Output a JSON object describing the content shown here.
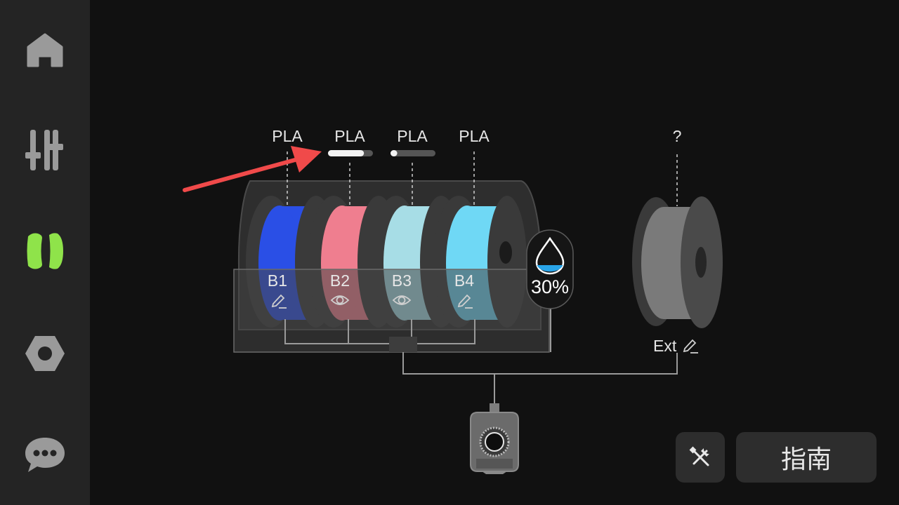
{
  "sidebar": {
    "items": [
      {
        "icon": "home-icon"
      },
      {
        "icon": "sliders-icon"
      },
      {
        "icon": "filament-icon",
        "active": true,
        "active_color": "#8fe34a"
      },
      {
        "icon": "nut-icon"
      },
      {
        "icon": "chat-icon"
      }
    ]
  },
  "ams": {
    "slots": [
      {
        "type": "PLA",
        "name": "B1",
        "color": "#2a4fe6",
        "action_icon": "pencil-icon"
      },
      {
        "type": "PLA",
        "name": "B2",
        "color": "#ef7e8f",
        "action_icon": "eye-icon",
        "remaining": 0.8
      },
      {
        "type": "PLA",
        "name": "B3",
        "color": "#a7dde6",
        "action_icon": "eye-icon",
        "remaining": 0.15
      },
      {
        "type": "PLA",
        "name": "B4",
        "color": "#6fd8f5",
        "action_icon": "pencil-icon"
      }
    ],
    "humidity": {
      "value": "30%",
      "icon": "humidity-drop-icon",
      "level_color": "#29a4e8"
    }
  },
  "external": {
    "type": "?",
    "label": "Ext",
    "icon": "pencil-icon"
  },
  "annotation": {
    "color": "#f04a4a"
  },
  "buttons": {
    "tool_icon": "tools-icon",
    "guide_label": "指南"
  }
}
